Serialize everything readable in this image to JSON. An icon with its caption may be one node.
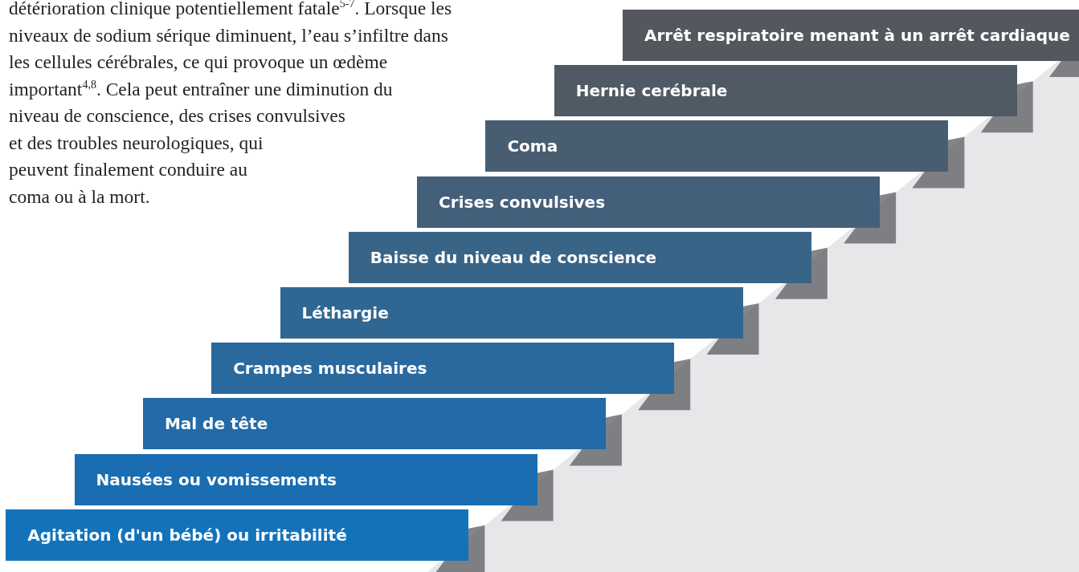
{
  "diagram": {
    "nodes": [
      {
        "text": [
          "Arrêt respiratoire menant à un arrêt cardiaque"
        ]
      },
      {
        "text": [
          "Hernie cerébrale"
        ]
      },
      {
        "text": [
          "Coma"
        ]
      },
      {
        "text": [
          "Crises convulsives"
        ]
      },
      {
        "text": [
          "Baisse du niveau de conscience"
        ]
      },
      {
        "text": [
          "Léthargie"
        ]
      },
      {
        "text": [
          "Crampes musculaires"
        ]
      },
      {
        "text": [
          "Mal de tête"
        ]
      },
      {
        "text": [
          "Nausées ou vomissements"
        ]
      },
      {
        "text": [
          "Agitation (d'un bébé) ou irritabilité"
        ]
      }
    ],
    "labels": [
      "détérioration clinique potentiellement fatale$^{5-7}$. Lorsque les niveaux de sodium sérique diminuent, l’eau s’infiltre dans les cellules cérébrales, ce qui provoque un œdème important$^{4,8}$. Cela peut entraîner une diminution du niveau de conscience, des crises convulsives et des troubles neurologiques, qui peuvent finalement conduire au coma ou à la mort."
    ]
  }
}
